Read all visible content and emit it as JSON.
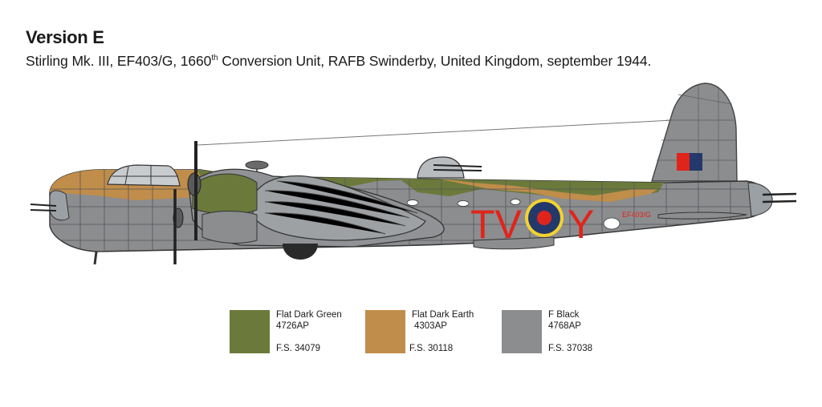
{
  "header": {
    "title": "Version E",
    "subtitle_pre": "Stirling Mk. III, EF403/G, 1660",
    "subtitle_sup": "th",
    "subtitle_post": " Conversion Unit, RAFB Swinderby, United Kingdom, september 1944."
  },
  "aircraft": {
    "codes_left": "TV",
    "code_right": "Y",
    "serial": "EF403/G",
    "colors": {
      "grey": "#8c8d8f",
      "green": "#6b7a3b",
      "earth": "#c08d4a",
      "code_red": "#e0241b",
      "roundel_blue": "#23386b",
      "roundel_yellow": "#f2d22e"
    }
  },
  "legend": [
    {
      "name": "Flat Dark Green",
      "code": "4726AP",
      "fs": "F.S. 34079",
      "color": "#6b7a3b"
    },
    {
      "name": "Flat Dark Earth",
      "code": "4303AP",
      "fs": "F.S. 30118",
      "color": "#c08d4a"
    },
    {
      "name": "F Black",
      "code": "4768AP",
      "fs": "F.S. 37038",
      "color": "#8c8d8f"
    }
  ]
}
